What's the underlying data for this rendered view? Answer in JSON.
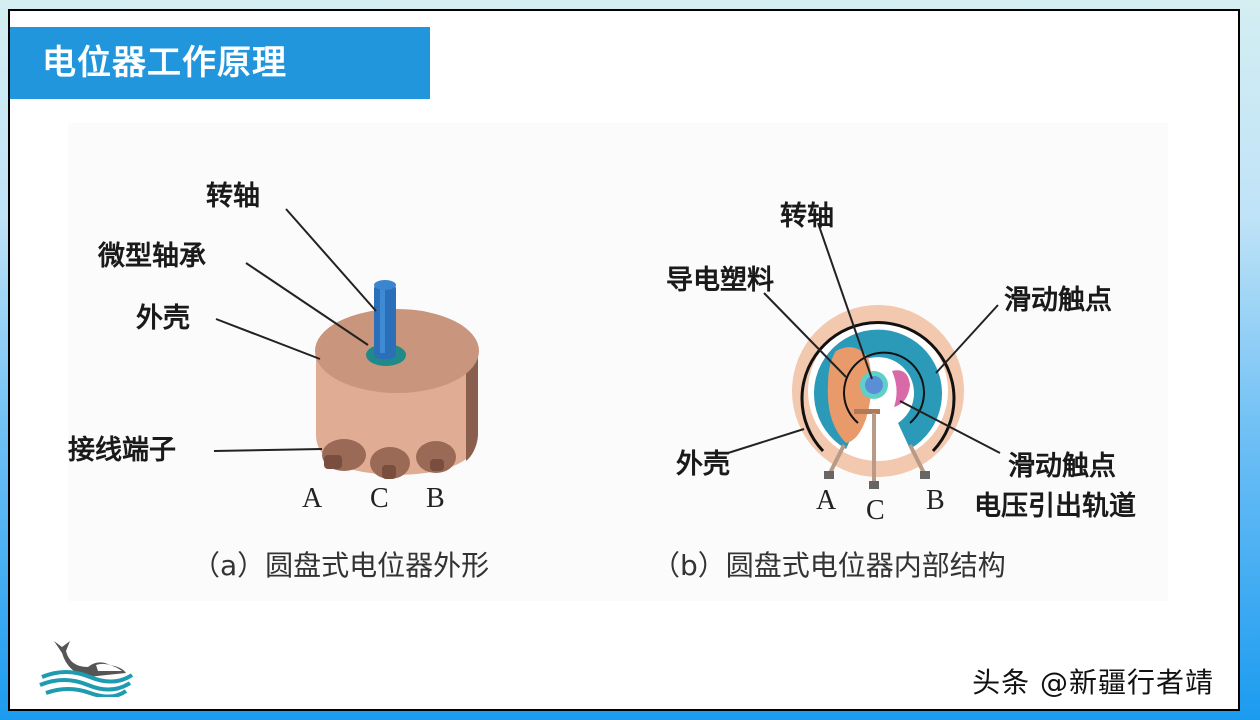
{
  "header": {
    "title": "电位器工作原理"
  },
  "figure_a": {
    "labels": {
      "shaft": "转轴",
      "bearing": "微型轴承",
      "housing": "外壳",
      "terminals": "接线端子"
    },
    "terminal_letters": [
      "A",
      "C",
      "B"
    ],
    "caption": "（a）圆盘式电位器外形"
  },
  "figure_b": {
    "labels": {
      "shaft": "转轴",
      "conductive_plastic": "导电塑料",
      "sliding_contact_top": "滑动触点",
      "housing": "外壳",
      "sliding_contact_bottom": "滑动触点",
      "voltage_track": "电压引出轨道"
    },
    "terminal_letters": [
      "A",
      "C",
      "B"
    ],
    "caption": "（b）圆盘式电位器内部结构"
  },
  "footer": {
    "watermark": "头条 @新疆行者靖",
    "logo_icon": "whale-wave-icon"
  },
  "colors": {
    "title_bar": "#2196dc",
    "housing": "#c9957d",
    "shaft": "#2a6fb8",
    "track": "#2b9ab8",
    "conductive": "#e89a6a",
    "contact": "#d86aa8",
    "shell_ring": "#f2c8ae"
  }
}
